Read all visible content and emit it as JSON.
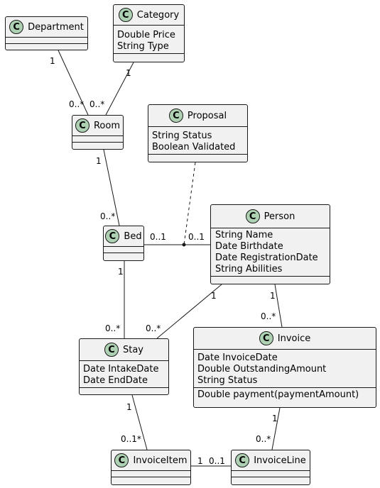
{
  "classes": {
    "department": {
      "name": "Department",
      "icon": "C"
    },
    "category": {
      "name": "Category",
      "icon": "C",
      "attributes": [
        "Double Price",
        "String Type"
      ]
    },
    "room": {
      "name": "Room",
      "icon": "C"
    },
    "proposal": {
      "name": "Proposal",
      "icon": "C",
      "attributes": [
        "String Status",
        "Boolean Validated"
      ]
    },
    "bed": {
      "name": "Bed",
      "icon": "C"
    },
    "person": {
      "name": "Person",
      "icon": "C",
      "attributes": [
        "String Name",
        "Date Birthdate",
        "Date RegistrationDate",
        "String Abilities"
      ]
    },
    "stay": {
      "name": "Stay",
      "icon": "C",
      "attributes": [
        "Date IntakeDate",
        "Date EndDate"
      ]
    },
    "invoice": {
      "name": "Invoice",
      "icon": "C",
      "attributes": [
        "Date InvoiceDate",
        "Double OutstandingAmount",
        "String Status"
      ],
      "methods": [
        "Double payment(paymentAmount)"
      ]
    },
    "invoiceitem": {
      "name": "InvoiceItem",
      "icon": "C"
    },
    "invoiceline": {
      "name": "InvoiceLine",
      "icon": "C"
    }
  },
  "multiplicities": {
    "department_room_src": "1",
    "department_room_dst": "0..*",
    "category_room_src": "1",
    "category_room_dst": "0..*",
    "room_bed_src": "1",
    "room_bed_dst": "0..*",
    "bed_person_src": "0..1",
    "bed_person_dst": "0..1",
    "bed_stay_src": "1",
    "bed_stay_dst": "0..*",
    "person_stay_src": "1",
    "person_stay_dst": "0..*",
    "person_invoice_src": "1",
    "person_invoice_dst": "0..*",
    "stay_invoiceitem_src": "1",
    "stay_invoiceitem_dst": "0..1*",
    "invoice_invoiceline_src": "1",
    "invoice_invoiceline_dst": "0..*",
    "invoiceitem_invoiceline_src": "1",
    "invoiceitem_invoiceline_dst": "0..1"
  },
  "colors": {
    "class_fill": "#f1f1f1",
    "icon_fill": "#add1b2",
    "stroke": "#181818"
  }
}
